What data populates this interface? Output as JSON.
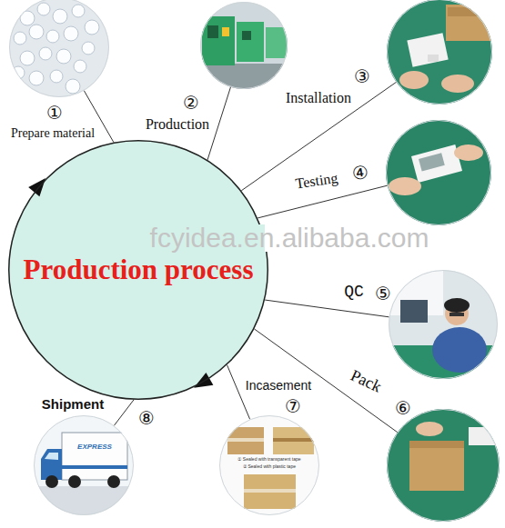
{
  "diagram": {
    "nodes": [
      {
        "text": [
          "Production process"
        ]
      },
      {
        "text": [
          "①",
          "Prepare material"
        ]
      },
      {
        "text": [
          "②",
          "Production"
        ]
      },
      {
        "text": [
          "③",
          "Installation"
        ]
      },
      {
        "text": [
          "Testing",
          "④"
        ]
      },
      {
        "text": [
          "QC",
          "⑤"
        ]
      },
      {
        "text": [
          "Pack",
          "⑥"
        ]
      },
      {
        "text": [
          "Incasement",
          "⑦"
        ]
      },
      {
        "text": [
          "Shipment",
          "⑧"
        ]
      }
    ],
    "edges": [
      {
        "from": 0,
        "to": 1,
        "arrow": "none"
      },
      {
        "from": 0,
        "to": 2,
        "arrow": "none"
      },
      {
        "from": 0,
        "to": 3,
        "arrow": "none"
      },
      {
        "from": 0,
        "to": 4,
        "arrow": "none"
      },
      {
        "from": 0,
        "to": 5,
        "arrow": "none"
      },
      {
        "from": 0,
        "to": 6,
        "arrow": "none"
      },
      {
        "from": 0,
        "to": 7,
        "arrow": "none"
      },
      {
        "from": 0,
        "to": 8,
        "arrow": "none"
      }
    ],
    "labels": [
      "fcyidea.en.alibaba.com",
      "① Sealed with transparent tape",
      "② Sealed with plastic tape",
      "EXPRESS"
    ]
  }
}
